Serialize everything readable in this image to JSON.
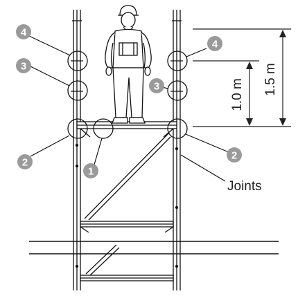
{
  "markers": [
    "1",
    "2",
    "2",
    "3",
    "3",
    "4",
    "4"
  ],
  "dimensions": {
    "inner": "1.0 m",
    "outer": "1.5 m"
  },
  "label": "Joints",
  "colors": {
    "marker_fill": "#9a9a9a",
    "line": "#111111",
    "dim_line": "#222222"
  }
}
